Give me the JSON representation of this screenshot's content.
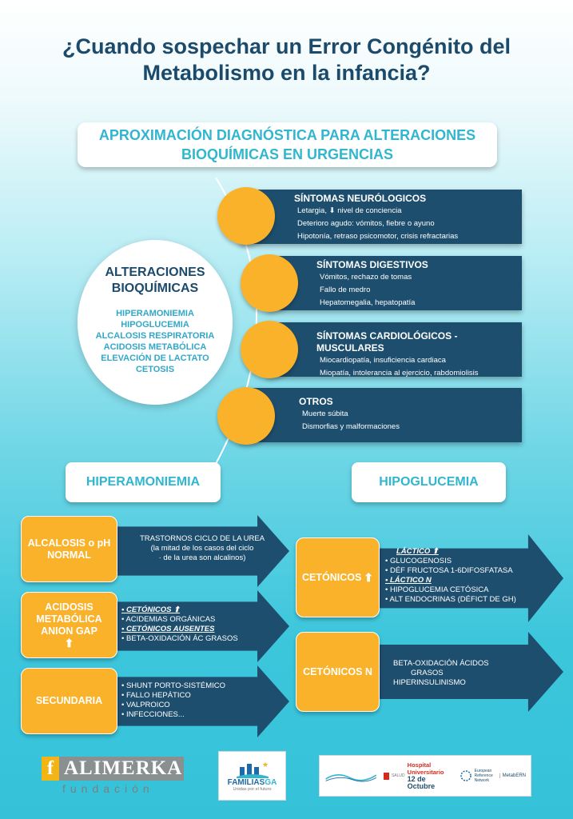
{
  "title": "¿Cuando sospechar un Error Congénito del Metabolismo en la infancia?",
  "banner": "APROXIMACIÓN DIAGNÓSTICA PARA ALTERACIONES BIOQUÍMICAS EN URGENCIAS",
  "circle": {
    "title": "ALTERACIONES BIOQUÍMICAS",
    "items": [
      "HIPERAMONIEMIA",
      "HIPOGLUCEMIA",
      "ALCALOSIS RESPIRATORIA",
      "ACIDOSIS METABÓLICA",
      "ELEVACIÓN DE LACTATO",
      "CETOSIS"
    ]
  },
  "symptoms": [
    {
      "title": "SÍNTOMAS NEURÓLOGICOS",
      "items": [
        "Letargia, ⬇ nivel de conciencia",
        "Deterioro agudo: vómitos, fiebre o ayuno",
        "Hipotonía, retraso psicomotor, crisis refractarias"
      ]
    },
    {
      "title": "SÍNTOMAS DIGESTIVOS",
      "items": [
        "Vómitos, rechazo de tomas",
        "Fallo de medro",
        "Hepatomegalia, hepatopatía"
      ]
    },
    {
      "title": "SÍNTOMAS CARDIOLÓGICOS - MUSCULARES",
      "items": [
        "Miocardiopatía, insuficiencia cardiaca",
        "Miopatía, intolerancia al ejercicio, rabdomiolisis"
      ]
    },
    {
      "title": "OTROS",
      "items": [
        "Muerte súbita",
        "Dismorfias y malformaciones"
      ]
    }
  ],
  "hiperamoniemia": {
    "header": "HIPERAMONIEMIA",
    "rows": [
      {
        "box": "ALCALOSIS o pH NORMAL",
        "lines": [
          "TRASTORNOS CICLO DE LA UREA",
          "(la mitad de los casos del ciclo",
          "· de la urea son alcalinos)"
        ]
      },
      {
        "box": "ACIDOSIS METABÓLICA ANION GAP",
        "lines": [
          "CETÓNICOS ⬆",
          "ACIDEMIAS ORGÁNICAS",
          "CETÓNICOS AUSENTES",
          "BETA-OXIDACIÓN ÁC GRASOS"
        ]
      },
      {
        "box": "SECUNDARIA",
        "lines": [
          "SHUNT PORTO-SISTÉMICO",
          "FALLO HEPÁTICO",
          "VALPROICO",
          "INFECCIONES..."
        ]
      }
    ]
  },
  "hipoglucemia": {
    "header": "HIPOGLUCEMIA",
    "rows": [
      {
        "box": "CETÓNICOS",
        "lines": [
          "LÁCTICO ⬆",
          "GLUCOGENOSIS",
          "DÉF FRUCTOSA 1-6DIFOSFATASA",
          "LÁCTICO N",
          "HIPOGLUCEMIA CETÓSICA",
          "ALT ENDOCRINAS (DÉFICT DE GH)"
        ]
      },
      {
        "box": "CETÓNICOS N",
        "lines": [
          "BETA-OXIDACIÓN ÁCIDOS",
          "GRASOS",
          "HIPERINSULINISMO"
        ]
      }
    ]
  },
  "logos": {
    "alimerka_main": "ALIMERKA",
    "alimerka_sub": "fundación",
    "familias": "FAMILIAS",
    "familias_suffix": "GA",
    "familias_tag": "Unidas por el futuro",
    "hospital": "Hospital Universitario",
    "hospital_2": "12 de Octubre",
    "ern": "European Reference Network",
    "metab": "MetabERN",
    "hospital_prefix": "SALUD"
  },
  "colors": {
    "navy": "#1e4e6e",
    "orange": "#fbb22b",
    "teal": "#31b6cf",
    "title": "#1b4a6b"
  }
}
